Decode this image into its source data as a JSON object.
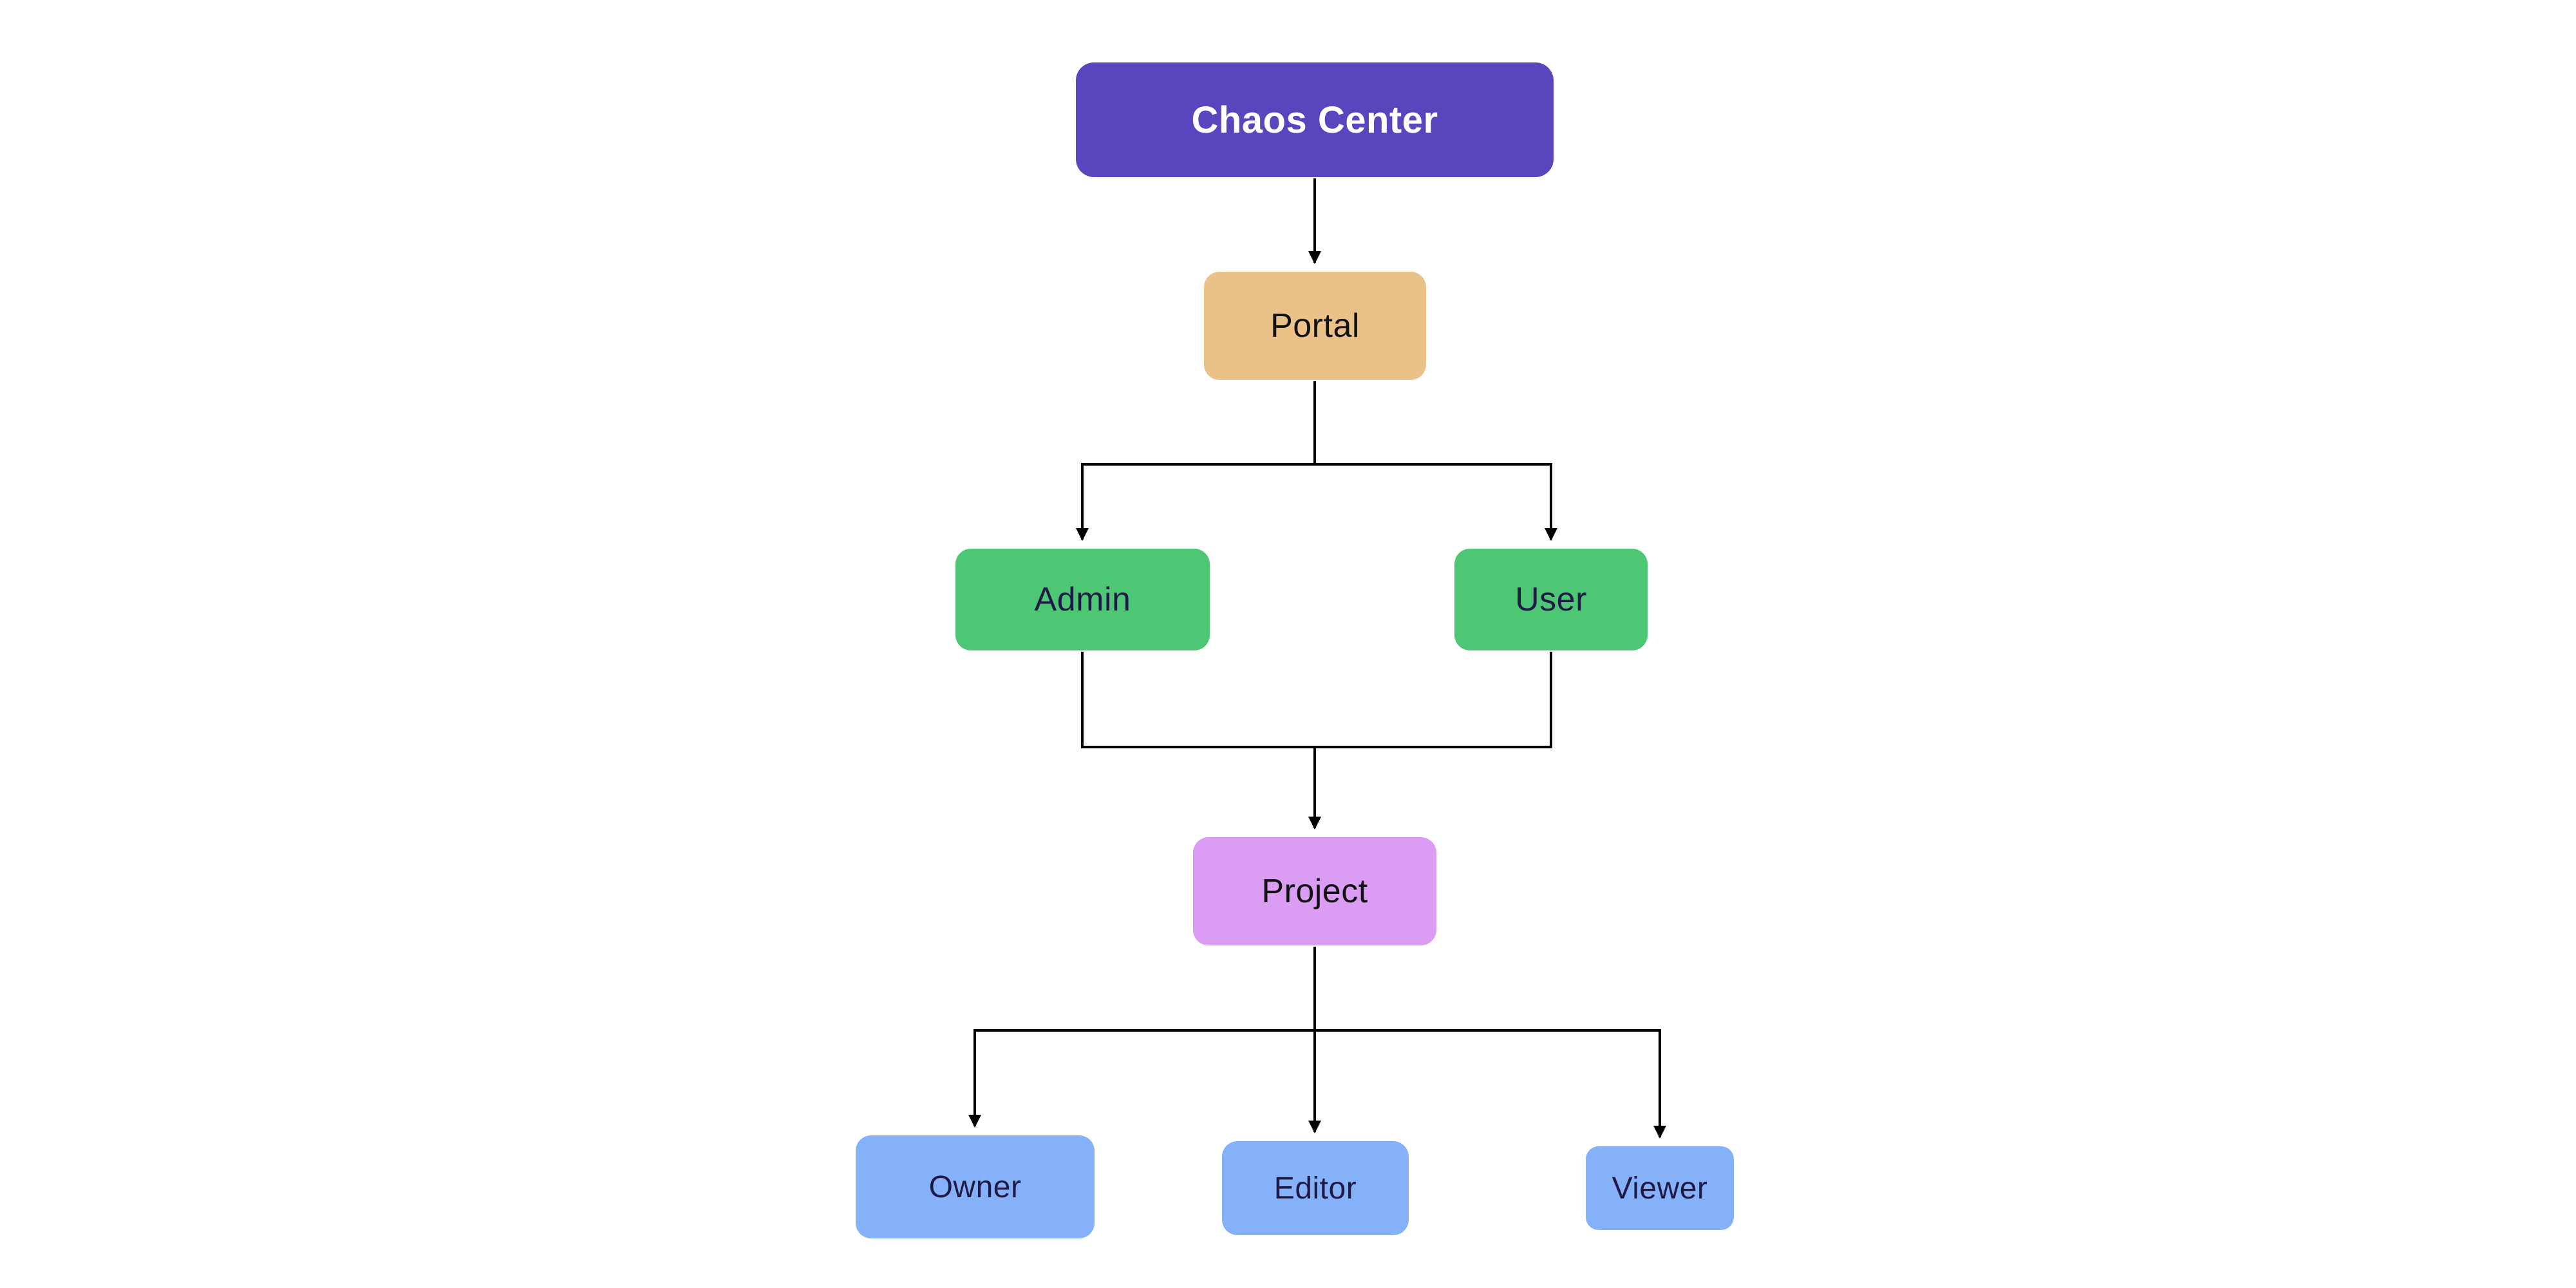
{
  "canvas": {
    "background": "#FFFFFF",
    "connector_color": "#000000"
  },
  "nodes": {
    "chaos_center": {
      "label": "Chaos Center",
      "bg": "#5B45BE",
      "text_color": "#FFFFFF"
    },
    "portal": {
      "label": "Portal",
      "bg": "#EAC189",
      "text_color": "#111111"
    },
    "admin": {
      "label": "Admin",
      "bg": "#4DC774",
      "text_color": "#1F1A45"
    },
    "user": {
      "label": "User",
      "bg": "#4DC774",
      "text_color": "#1F1A45"
    },
    "project": {
      "label": "Project",
      "bg": "#DB9CF3",
      "text_color": "#111111"
    },
    "owner": {
      "label": "Owner",
      "bg": "#85B1F8",
      "text_color": "#1F1A45"
    },
    "editor": {
      "label": "Editor",
      "bg": "#85B1F8",
      "text_color": "#1F1A45"
    },
    "viewer": {
      "label": "Viewer",
      "bg": "#85B1F8",
      "text_color": "#1F1A45"
    }
  },
  "edges": [
    {
      "from": "Chaos Center",
      "to": "Portal"
    },
    {
      "from": "Portal",
      "to": "Admin"
    },
    {
      "from": "Portal",
      "to": "User"
    },
    {
      "from": "Admin",
      "to": "Project"
    },
    {
      "from": "User",
      "to": "Project"
    },
    {
      "from": "Project",
      "to": "Owner"
    },
    {
      "from": "Project",
      "to": "Editor"
    },
    {
      "from": "Project",
      "to": "Viewer"
    }
  ]
}
